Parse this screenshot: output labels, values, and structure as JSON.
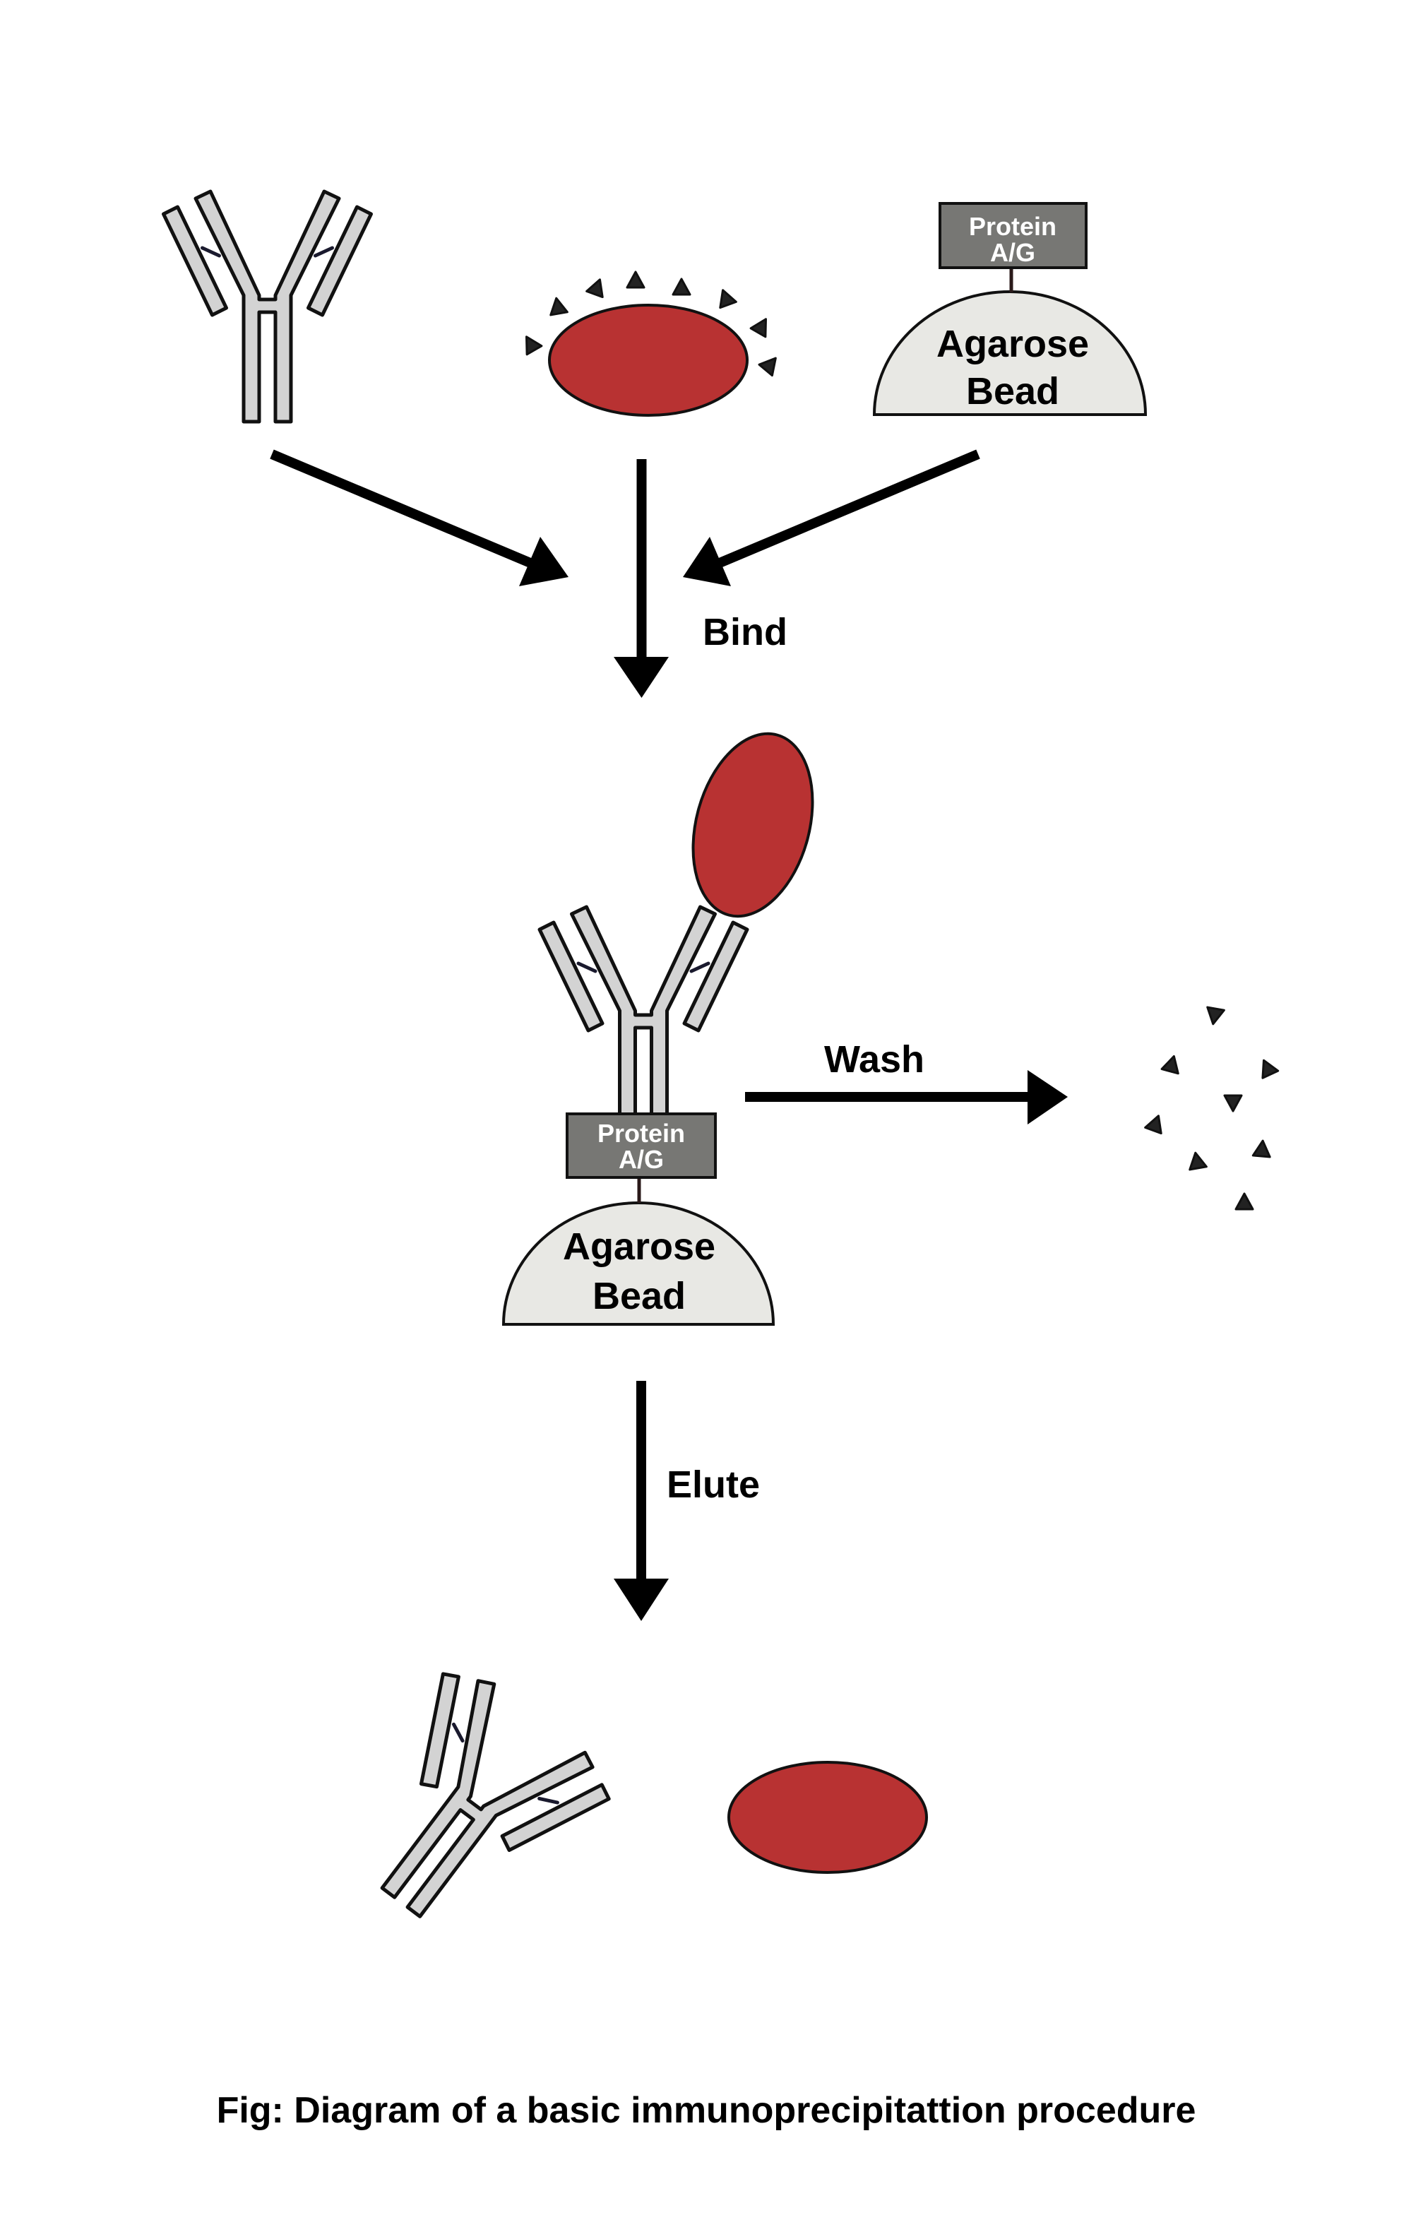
{
  "colors": {
    "antibody_fill": "#d3d3d3",
    "antigen_fill": "#b83232",
    "protein_box_fill": "#777774",
    "bead_fill": "#e8e8e4",
    "contaminant_fill": "#222222",
    "arrow": "#000000"
  },
  "components": {
    "protein_label_line1": "Protein",
    "protein_label_line2": "A/G",
    "bead_label_line1": "Agarose",
    "bead_label_line2": "Bead"
  },
  "steps": {
    "bind": "Bind",
    "wash": "Wash",
    "elute": "Elute"
  },
  "stages": [
    {
      "name": "start",
      "items": [
        "antibody",
        "antigen with contaminants",
        "protein A/G agarose bead"
      ]
    },
    {
      "name": "bound complex",
      "items": [
        "bead",
        "protein A/G",
        "antibody",
        "antigen"
      ]
    },
    {
      "name": "washed away",
      "items": [
        "contaminants"
      ]
    },
    {
      "name": "eluted",
      "items": [
        "antibody",
        "antigen"
      ]
    }
  ],
  "contaminants": {
    "around_antigen_count": 8,
    "washed_away_count": 8
  },
  "caption": "Fig: Diagram of a basic immunoprecipitattion procedure"
}
